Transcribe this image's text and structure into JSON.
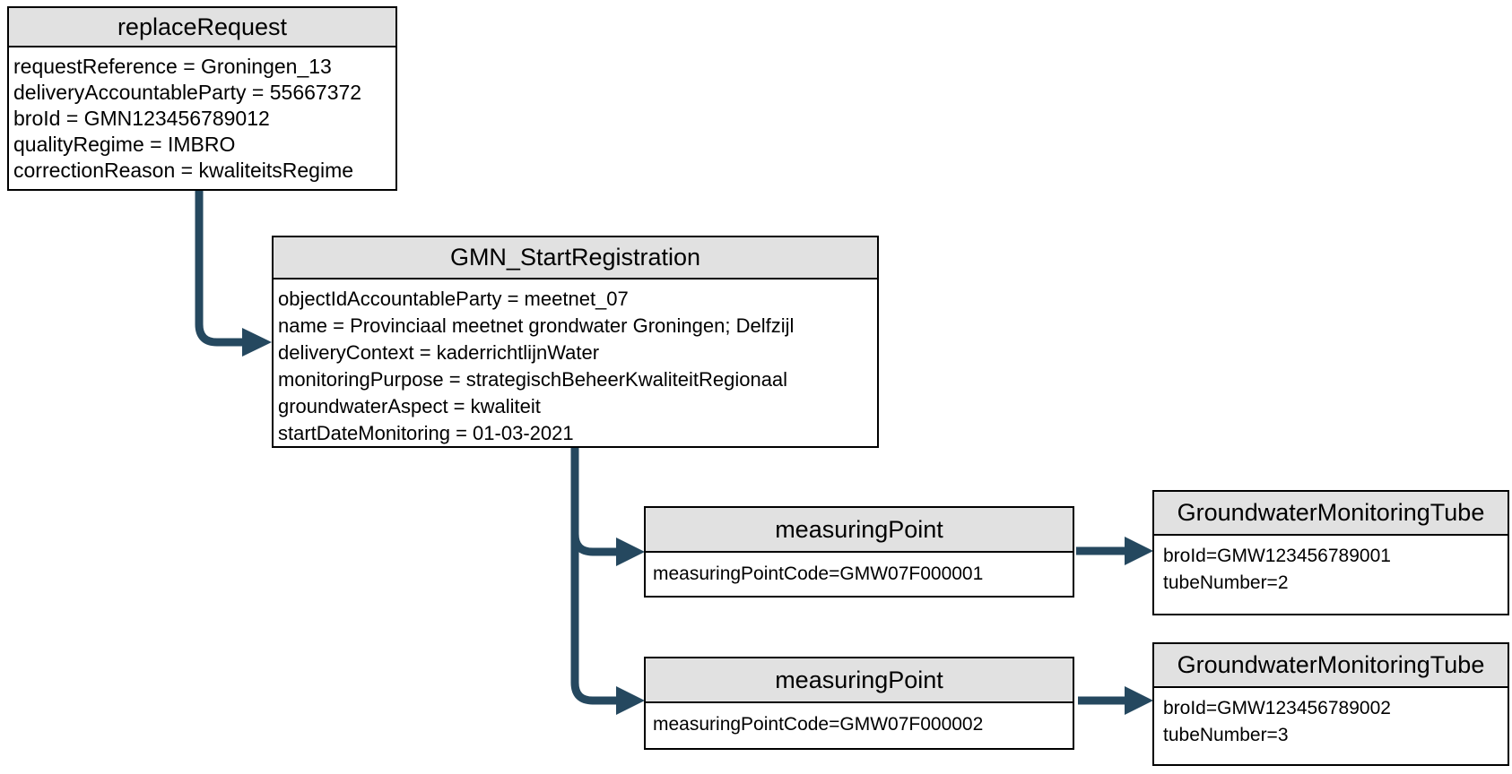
{
  "diagram": {
    "nodes": [
      {
        "id": "replaceRequest",
        "title": "replaceRequest",
        "attributes": [
          "requestReference = Groningen_13",
          "deliveryAccountableParty = 55667372",
          "broId = GMN123456789012",
          "qualityRegime = IMBRO",
          "correctionReason = kwaliteitsRegime"
        ]
      },
      {
        "id": "gmnStartRegistration",
        "title": "GMN_StartRegistration",
        "attributes": [
          "objectIdAccountableParty = meetnet_07",
          "name = Provinciaal meetnet grondwater Groningen; Delfzijl",
          "deliveryContext = kaderrichtlijnWater",
          "monitoringPurpose = strategischBeheerKwaliteitRegionaal",
          "groundwaterAspect = kwaliteit",
          "startDateMonitoring = 01-03-2021"
        ]
      },
      {
        "id": "measuringPoint1",
        "title": "measuringPoint",
        "attributes": [
          "measuringPointCode=GMW07F000001"
        ]
      },
      {
        "id": "groundwaterMonitoringTube1",
        "title": "GroundwaterMonitoringTube",
        "attributes": [
          "broId=GMW123456789001",
          "tubeNumber=2"
        ]
      },
      {
        "id": "measuringPoint2",
        "title": "measuringPoint",
        "attributes": [
          "measuringPointCode=GMW07F000002"
        ]
      },
      {
        "id": "groundwaterMonitoringTube2",
        "title": "GroundwaterMonitoringTube",
        "attributes": [
          "broId=GMW123456789002",
          "tubeNumber=3"
        ]
      }
    ],
    "connections": [
      {
        "from": "replaceRequest",
        "to": "gmnStartRegistration"
      },
      {
        "from": "gmnStartRegistration",
        "to": "measuringPoint1"
      },
      {
        "from": "gmnStartRegistration",
        "to": "measuringPoint2"
      },
      {
        "from": "measuringPoint1",
        "to": "groundwaterMonitoringTube1"
      },
      {
        "from": "measuringPoint2",
        "to": "groundwaterMonitoringTube2"
      }
    ],
    "colors": {
      "arrow": "#25485f",
      "title_background": "#e1e1e1",
      "node_border": "#000000",
      "background": "#ffffff",
      "text": "#000000"
    }
  }
}
